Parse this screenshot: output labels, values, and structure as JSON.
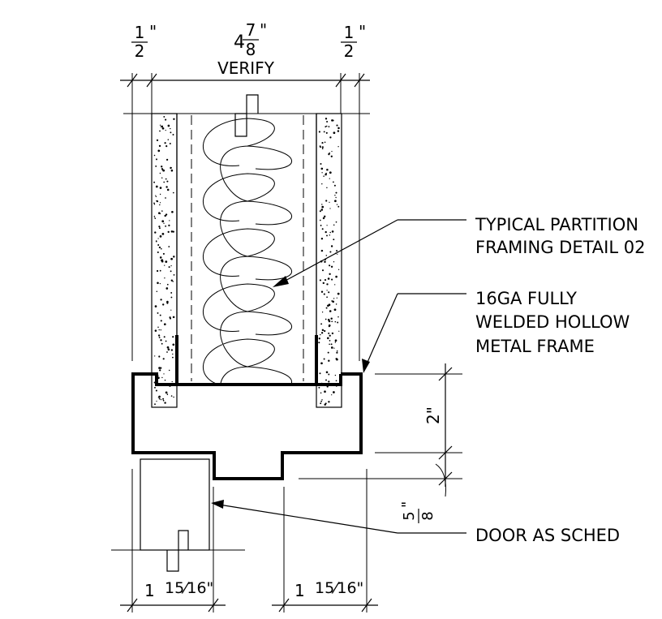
{
  "dims": {
    "left_thick": "1⁄₂\"",
    "left_num": "1",
    "left_den": "2",
    "center_whole": "4",
    "center_num": "7",
    "center_den": "8",
    "center_note": "VERIFY",
    "right_num": "1",
    "right_den": "2",
    "height_2": "2\"",
    "offset_num": "5",
    "offset_den": "8",
    "bottom_left_whole": "1",
    "bottom_left_frac": "15⁄16\"",
    "bottom_right_whole": "1",
    "bottom_right_frac": "15⁄16\""
  },
  "callouts": {
    "partition_line1": "TYPICAL PARTITION",
    "partition_line2": "FRAMING DETAIL 02",
    "frame_line1": "16GA FULLY",
    "frame_line2": "WELDED HOLLOW",
    "frame_line3": "METAL FRAME",
    "door": "DOOR AS SCHED"
  },
  "quote_mark": "\""
}
